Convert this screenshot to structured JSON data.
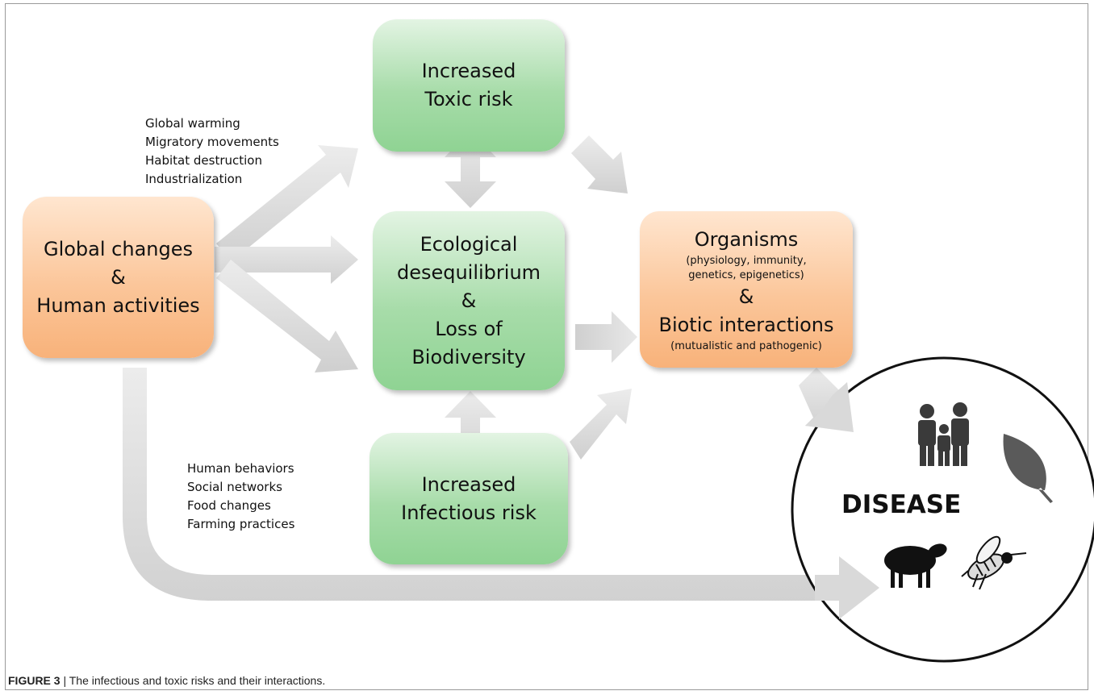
{
  "boxes": {
    "global_changes": [
      "Global changes",
      "&",
      "Human activities"
    ],
    "toxic_risk": [
      "Increased",
      "Toxic risk"
    ],
    "ecological": [
      "Ecological",
      "desequilibrium",
      "&",
      "Loss of",
      "Biodiversity"
    ],
    "infectious_risk": [
      "Increased",
      "Infectious risk"
    ],
    "organisms": {
      "title": "Organisms",
      "subtitle": "(physiology, immunity, genetics, epigenetics)",
      "amp": "&",
      "title2": "Biotic interactions",
      "subtitle2": "(mutualistic and pathogenic)"
    }
  },
  "notes_top": [
    "Global warming",
    "Migratory movements",
    "Habitat destruction",
    "Industrialization"
  ],
  "notes_bottom": [
    "Human behaviors",
    "Social networks",
    "Food changes",
    "Farming practices"
  ],
  "disease": {
    "label": "DISEASE",
    "icons": [
      "people-icon",
      "leaf-icon",
      "sheep-icon",
      "bee-icon"
    ]
  },
  "caption": {
    "label": "FIGURE 3",
    "text": " | The infectious and toxic risks and their interactions."
  },
  "colors": {
    "green_box": "#a7dca9",
    "orange_box": "#fbc69a",
    "arrow": "#d6d6d6",
    "icon": "#111111"
  }
}
